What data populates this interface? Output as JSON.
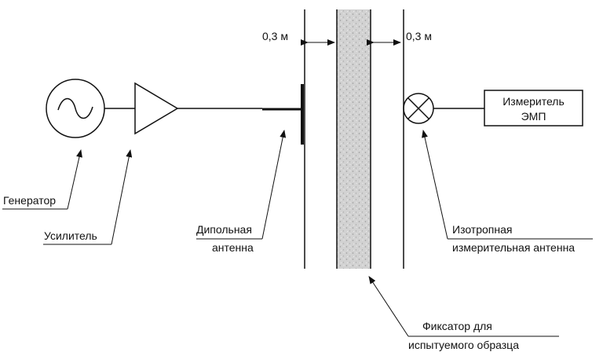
{
  "dimensions": {
    "gap_left": "0,3 м",
    "gap_right": "0,3 м"
  },
  "equipment": {
    "meter_line1": "Измеритель",
    "meter_line2": "ЭМП"
  },
  "labels": {
    "generator": "Генератор",
    "amplifier": "Усилитель",
    "dipole_line1": "Дипольная",
    "dipole_line2": "антенна",
    "isotropic_line1": "Изотропная",
    "isotropic_line2": "измерительная антенна",
    "holder_line1": "Фиксатор для",
    "holder_line2": "испытуемого образца"
  },
  "colors": {
    "line": "#111111",
    "sample_fill": "#cfcfcf"
  }
}
